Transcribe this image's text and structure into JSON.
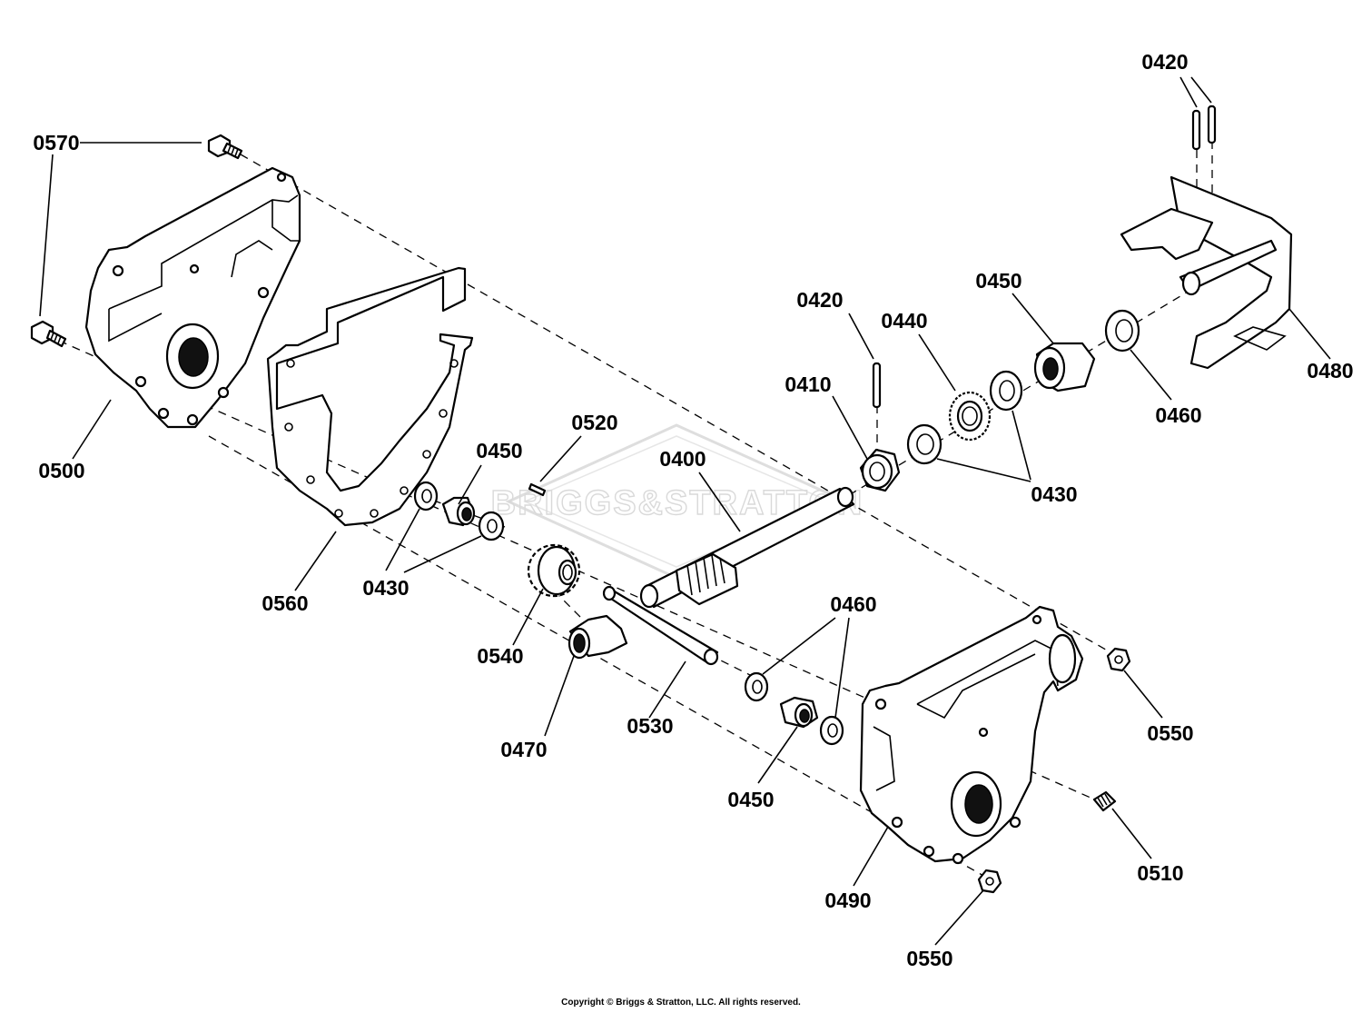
{
  "diagram": {
    "watermark": "BRIGGS&STRATTON",
    "copyright": "Copyright © Briggs & Stratton, LLC. All rights reserved.",
    "labels": {
      "p0570": "0570",
      "p0500": "0500",
      "p0560": "0560",
      "p0430_left": "0430",
      "p0450_left": "0450",
      "p0520": "0520",
      "p0540": "0540",
      "p0470": "0470",
      "p0530": "0530",
      "p0400": "0400",
      "p0410": "0410",
      "p0420_center": "0420",
      "p0440": "0440",
      "p0430_right": "0430",
      "p0450_upper": "0450",
      "p0460_upper": "0460",
      "p0480": "0480",
      "p0420_top": "0420",
      "p0460_lower": "0460",
      "p0450_lower": "0450",
      "p0490": "0490",
      "p0550_right": "0550",
      "p0510": "0510",
      "p0550_bottom": "0550"
    }
  }
}
